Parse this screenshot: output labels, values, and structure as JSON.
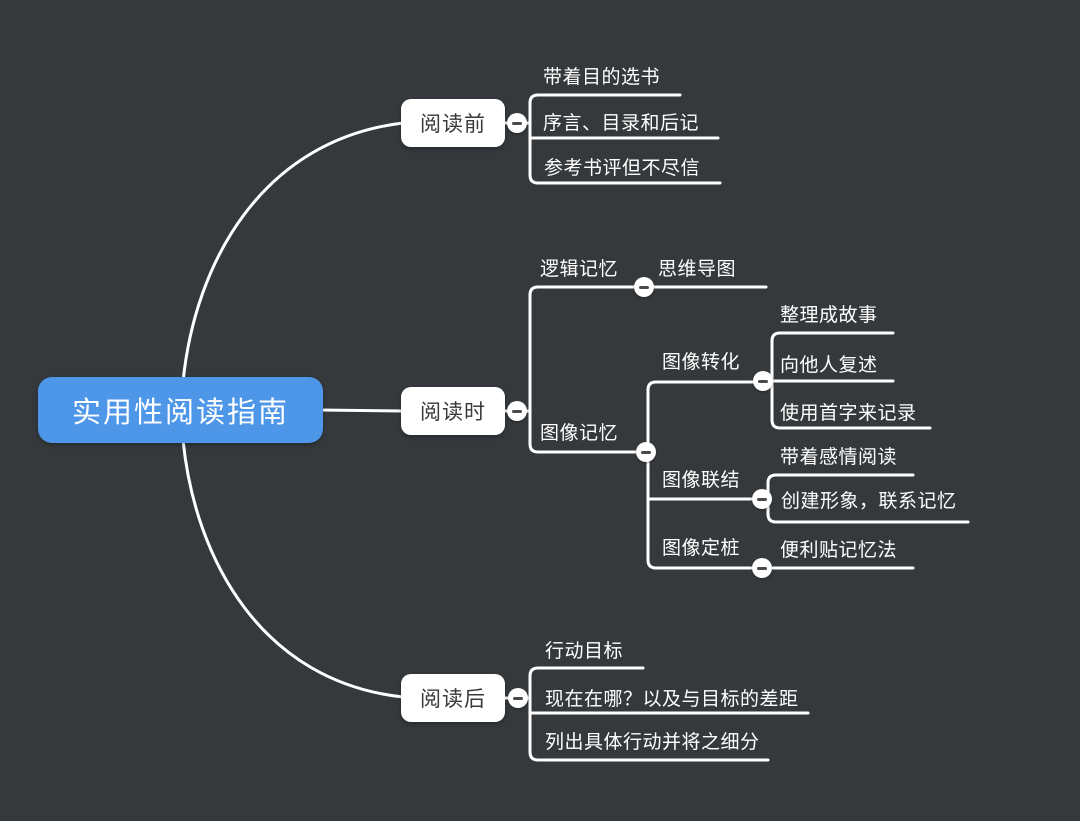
{
  "colors": {
    "background": "#35393C",
    "accent_blue": "#4D96E8",
    "node_fill": "#FFFFFF",
    "node_text": "#3A3A3A",
    "line": "#FFFFFF",
    "collapse_minus": "#4A4A4A"
  },
  "root": {
    "label": "实用性阅读指南"
  },
  "branches": [
    {
      "label": "阅读前",
      "children": [
        {
          "label": "带着目的选书"
        },
        {
          "label": "序言、目录和后记"
        },
        {
          "label": "参考书评但不尽信"
        }
      ]
    },
    {
      "label": "阅读时",
      "children": [
        {
          "label": "逻辑记忆",
          "children": [
            {
              "label": "思维导图"
            }
          ]
        },
        {
          "label": "图像记忆",
          "children": [
            {
              "label": "图像转化",
              "children": [
                {
                  "label": "整理成故事"
                },
                {
                  "label": "向他人复述"
                },
                {
                  "label": "使用首字来记录"
                }
              ]
            },
            {
              "label": "图像联结",
              "children": [
                {
                  "label": "带着感情阅读"
                },
                {
                  "label": "创建形象，联系记忆"
                }
              ]
            },
            {
              "label": "图像定桩",
              "children": [
                {
                  "label": "便利贴记忆法"
                }
              ]
            }
          ]
        }
      ]
    },
    {
      "label": "阅读后",
      "children": [
        {
          "label": "行动目标"
        },
        {
          "label": "现在在哪？以及与目标的差距"
        },
        {
          "label": "列出具体行动并将之细分"
        }
      ]
    }
  ]
}
